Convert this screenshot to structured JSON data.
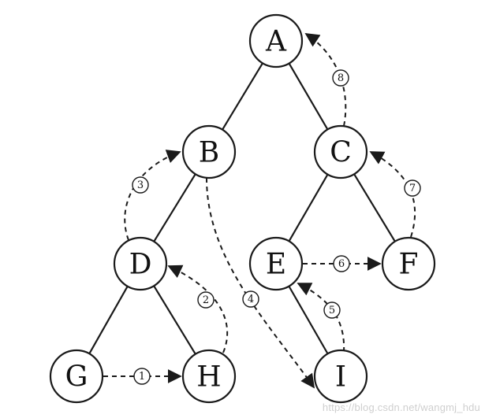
{
  "nodes": [
    {
      "id": "A",
      "label": "A"
    },
    {
      "id": "B",
      "label": "B"
    },
    {
      "id": "C",
      "label": "C"
    },
    {
      "id": "D",
      "label": "D"
    },
    {
      "id": "E",
      "label": "E"
    },
    {
      "id": "F",
      "label": "F"
    },
    {
      "id": "G",
      "label": "G"
    },
    {
      "id": "H",
      "label": "H"
    },
    {
      "id": "I",
      "label": "I"
    }
  ],
  "tree_edges": [
    {
      "from": "A",
      "to": "B"
    },
    {
      "from": "A",
      "to": "C"
    },
    {
      "from": "B",
      "to": "D"
    },
    {
      "from": "C",
      "to": "E"
    },
    {
      "from": "C",
      "to": "F"
    },
    {
      "from": "D",
      "to": "G"
    },
    {
      "from": "D",
      "to": "H"
    },
    {
      "from": "E",
      "to": "I"
    }
  ],
  "thread_links": [
    {
      "step": "①",
      "from": "G",
      "to": "H"
    },
    {
      "step": "②",
      "from": "H",
      "to": "D"
    },
    {
      "step": "③",
      "from": "D",
      "to": "B"
    },
    {
      "step": "④",
      "from": "B",
      "to": "I"
    },
    {
      "step": "⑤",
      "from": "I",
      "to": "E"
    },
    {
      "step": "⑥",
      "from": "E",
      "to": "F"
    },
    {
      "step": "⑦",
      "from": "F",
      "to": "C"
    },
    {
      "step": "⑧",
      "from": "C",
      "to": "A"
    }
  ],
  "watermark": "https://blog.csdn.net/wangmj_hdu"
}
